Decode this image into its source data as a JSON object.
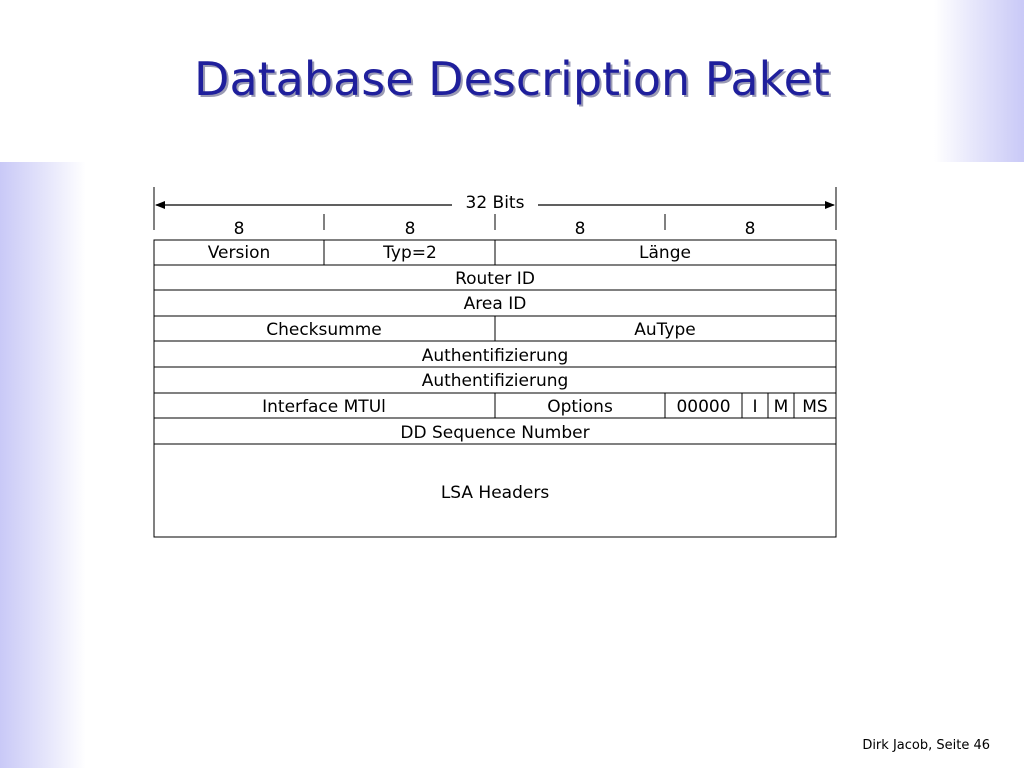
{
  "slide": {
    "title": "Database Description Paket",
    "footer": "Dirk Jacob, Seite 46"
  },
  "packet": {
    "width_label": "32 Bits",
    "byte_labels": [
      "8",
      "8",
      "8",
      "8"
    ],
    "rows": [
      {
        "fields": [
          "Version",
          "Typ=2",
          "Länge"
        ]
      },
      {
        "fields": [
          "Router ID"
        ]
      },
      {
        "fields": [
          "Area ID"
        ]
      },
      {
        "fields": [
          "Checksumme",
          "AuType"
        ]
      },
      {
        "fields": [
          "Authentifizierung"
        ]
      },
      {
        "fields": [
          "Authentifizierung"
        ]
      },
      {
        "fields": [
          "Interface MTUl",
          "Options",
          "00000",
          "I",
          "M",
          "MS"
        ]
      },
      {
        "fields": [
          "DD Sequence Number"
        ]
      },
      {
        "fields": [
          "LSA Headers"
        ]
      }
    ]
  }
}
